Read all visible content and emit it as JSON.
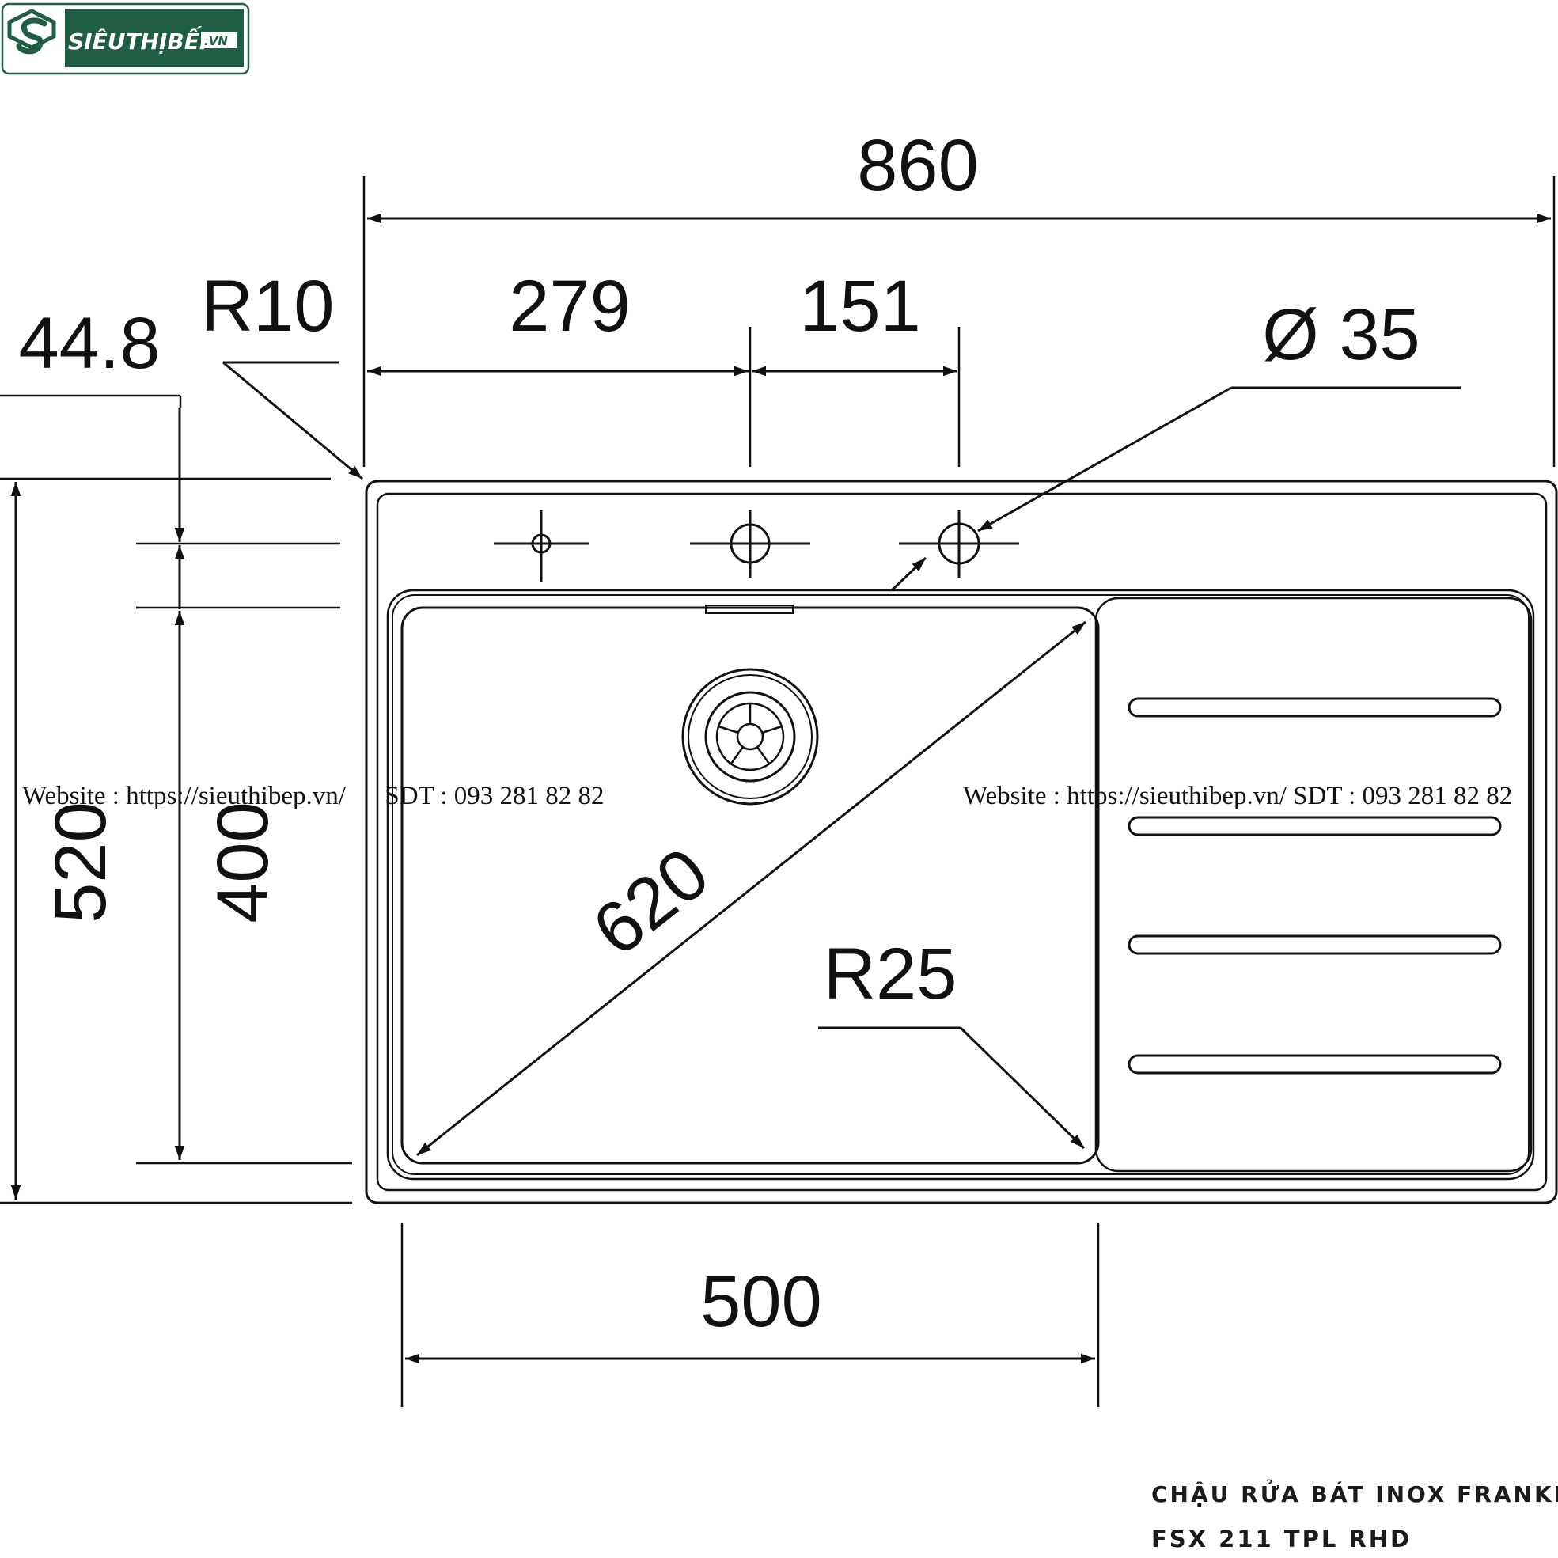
{
  "logo": {
    "brand": "SIÊUTHỊBẾP",
    "tld": ".VN"
  },
  "dimensions": {
    "overall_width": "860",
    "offset_first_hole": "279",
    "hole_spacing": "151",
    "hole_diameter": "Ø 35",
    "corner_radius_outer": "R10",
    "top_offset": "44.8",
    "overall_depth": "520",
    "bowl_depth": "400",
    "bowl_width": "500",
    "bowl_diagonal": "620",
    "corner_radius_bowl": "R25"
  },
  "watermark": {
    "left": "Website : https://sieuthibep.vn/      SDT : 093 281 82 82",
    "right": "Website : https://sieuthibep.vn/ SDT : 093 281 82 82"
  },
  "caption": {
    "line1": "CHẬU RỬA BÁT INOX FRANKE",
    "line2": "FSX 211 TPL RHD"
  }
}
